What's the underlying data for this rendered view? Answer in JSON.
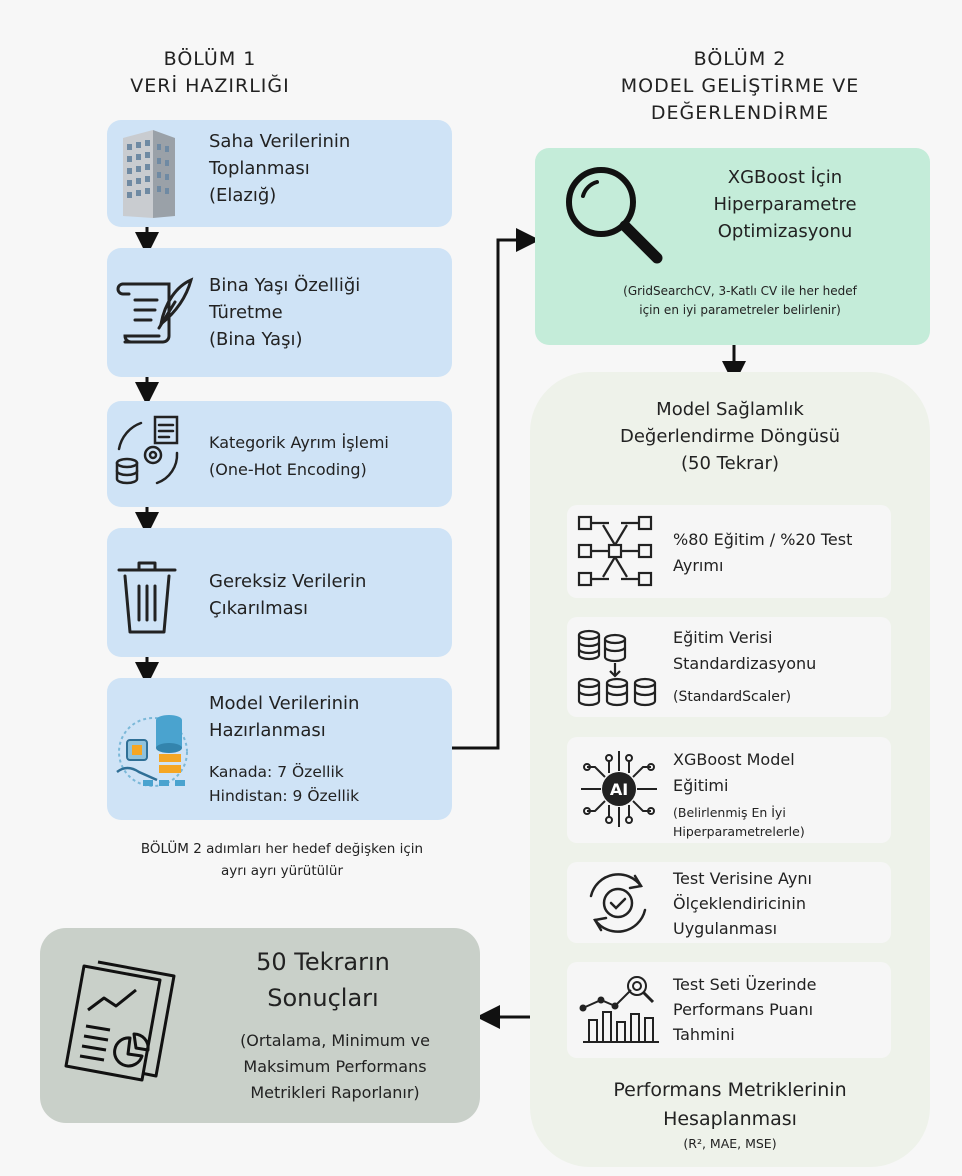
{
  "section1": {
    "line1": "BÖLÜM 1",
    "line2": "VERİ HAZIRLIĞI"
  },
  "section2": {
    "line1": "BÖLÜM 2",
    "line2": "MODEL GELİŞTİRME VE",
    "line3": "DEĞERLENDİRME"
  },
  "steps_left": [
    {
      "l1": "Saha Verilerinin",
      "l2": "Toplanması",
      "l3": "(Elazığ)"
    },
    {
      "l1": "Bina Yaşı Özelliği",
      "l2": "Türetme",
      "l3": "(Bina Yaşı)"
    },
    {
      "l1": "Kategorik Ayrım İşlemi",
      "l2": "(One-Hot Encoding)"
    },
    {
      "l1": "Gereksiz Verilerin",
      "l2": "Çıkarılması"
    },
    {
      "l1": "Model Verilerinin",
      "l2": "Hazırlanması",
      "l3": "Kanada: 7 Özellik",
      "l4": "Hindistan: 9 Özellik"
    }
  ],
  "note": {
    "l1": "BÖLÜM 2 adımları her hedef değişken için",
    "l2": "ayrı ayrı yürütülür"
  },
  "hyper": {
    "l1": "XGBoost İçin",
    "l2": "Hiperparametre",
    "l3": "Optimizasyonu",
    "n1": "(GridSearchCV, 3-Katlı CV ile her hedef",
    "n2": "için en iyi parametreler belirlenir)"
  },
  "loop": {
    "l1": "Model Sağlamlık",
    "l2": "Değerlendirme Döngüsü",
    "l3": "(50 Tekrar)"
  },
  "inner_steps": [
    {
      "l1": "%80 Eğitim / %20 Test",
      "l2": "Ayrımı"
    },
    {
      "l1": "Eğitim Verisi",
      "l2": "Standardizasyonu",
      "l3": "(StandardScaler)"
    },
    {
      "l1": "XGBoost Model",
      "l2": "Eğitimi",
      "l3": "(Belirlenmiş En İyi",
      "l4": "Hiperparametrelerle)"
    },
    {
      "l1": "Test Verisine Aynı",
      "l2": "Ölçeklendiricinin",
      "l3": "Uygulanması"
    },
    {
      "l1": "Test Seti Üzerinde",
      "l2": "Performans Puanı",
      "l3": "Tahmini"
    }
  ],
  "metrics": {
    "l1": "Performans Metriklerinin",
    "l2": "Hesaplanması",
    "l3": "(R², MAE, MSE)"
  },
  "results": {
    "l1": "50 Tekrarın",
    "l2": "Sonuçları",
    "n1": "(Ortalama, Minimum ve",
    "n2": "Maksimum Performans",
    "n3": "Metrikleri Raporlanır)"
  },
  "icons": [
    "building-icon",
    "scroll-quill-icon",
    "process-cycle-icon",
    "trash-icon",
    "data-server-icon",
    "magnifier-icon",
    "split-nodes-icon",
    "database-stack-icon",
    "ai-chip-icon",
    "refresh-check-icon",
    "bar-chart-target-icon",
    "report-chart-icon"
  ]
}
